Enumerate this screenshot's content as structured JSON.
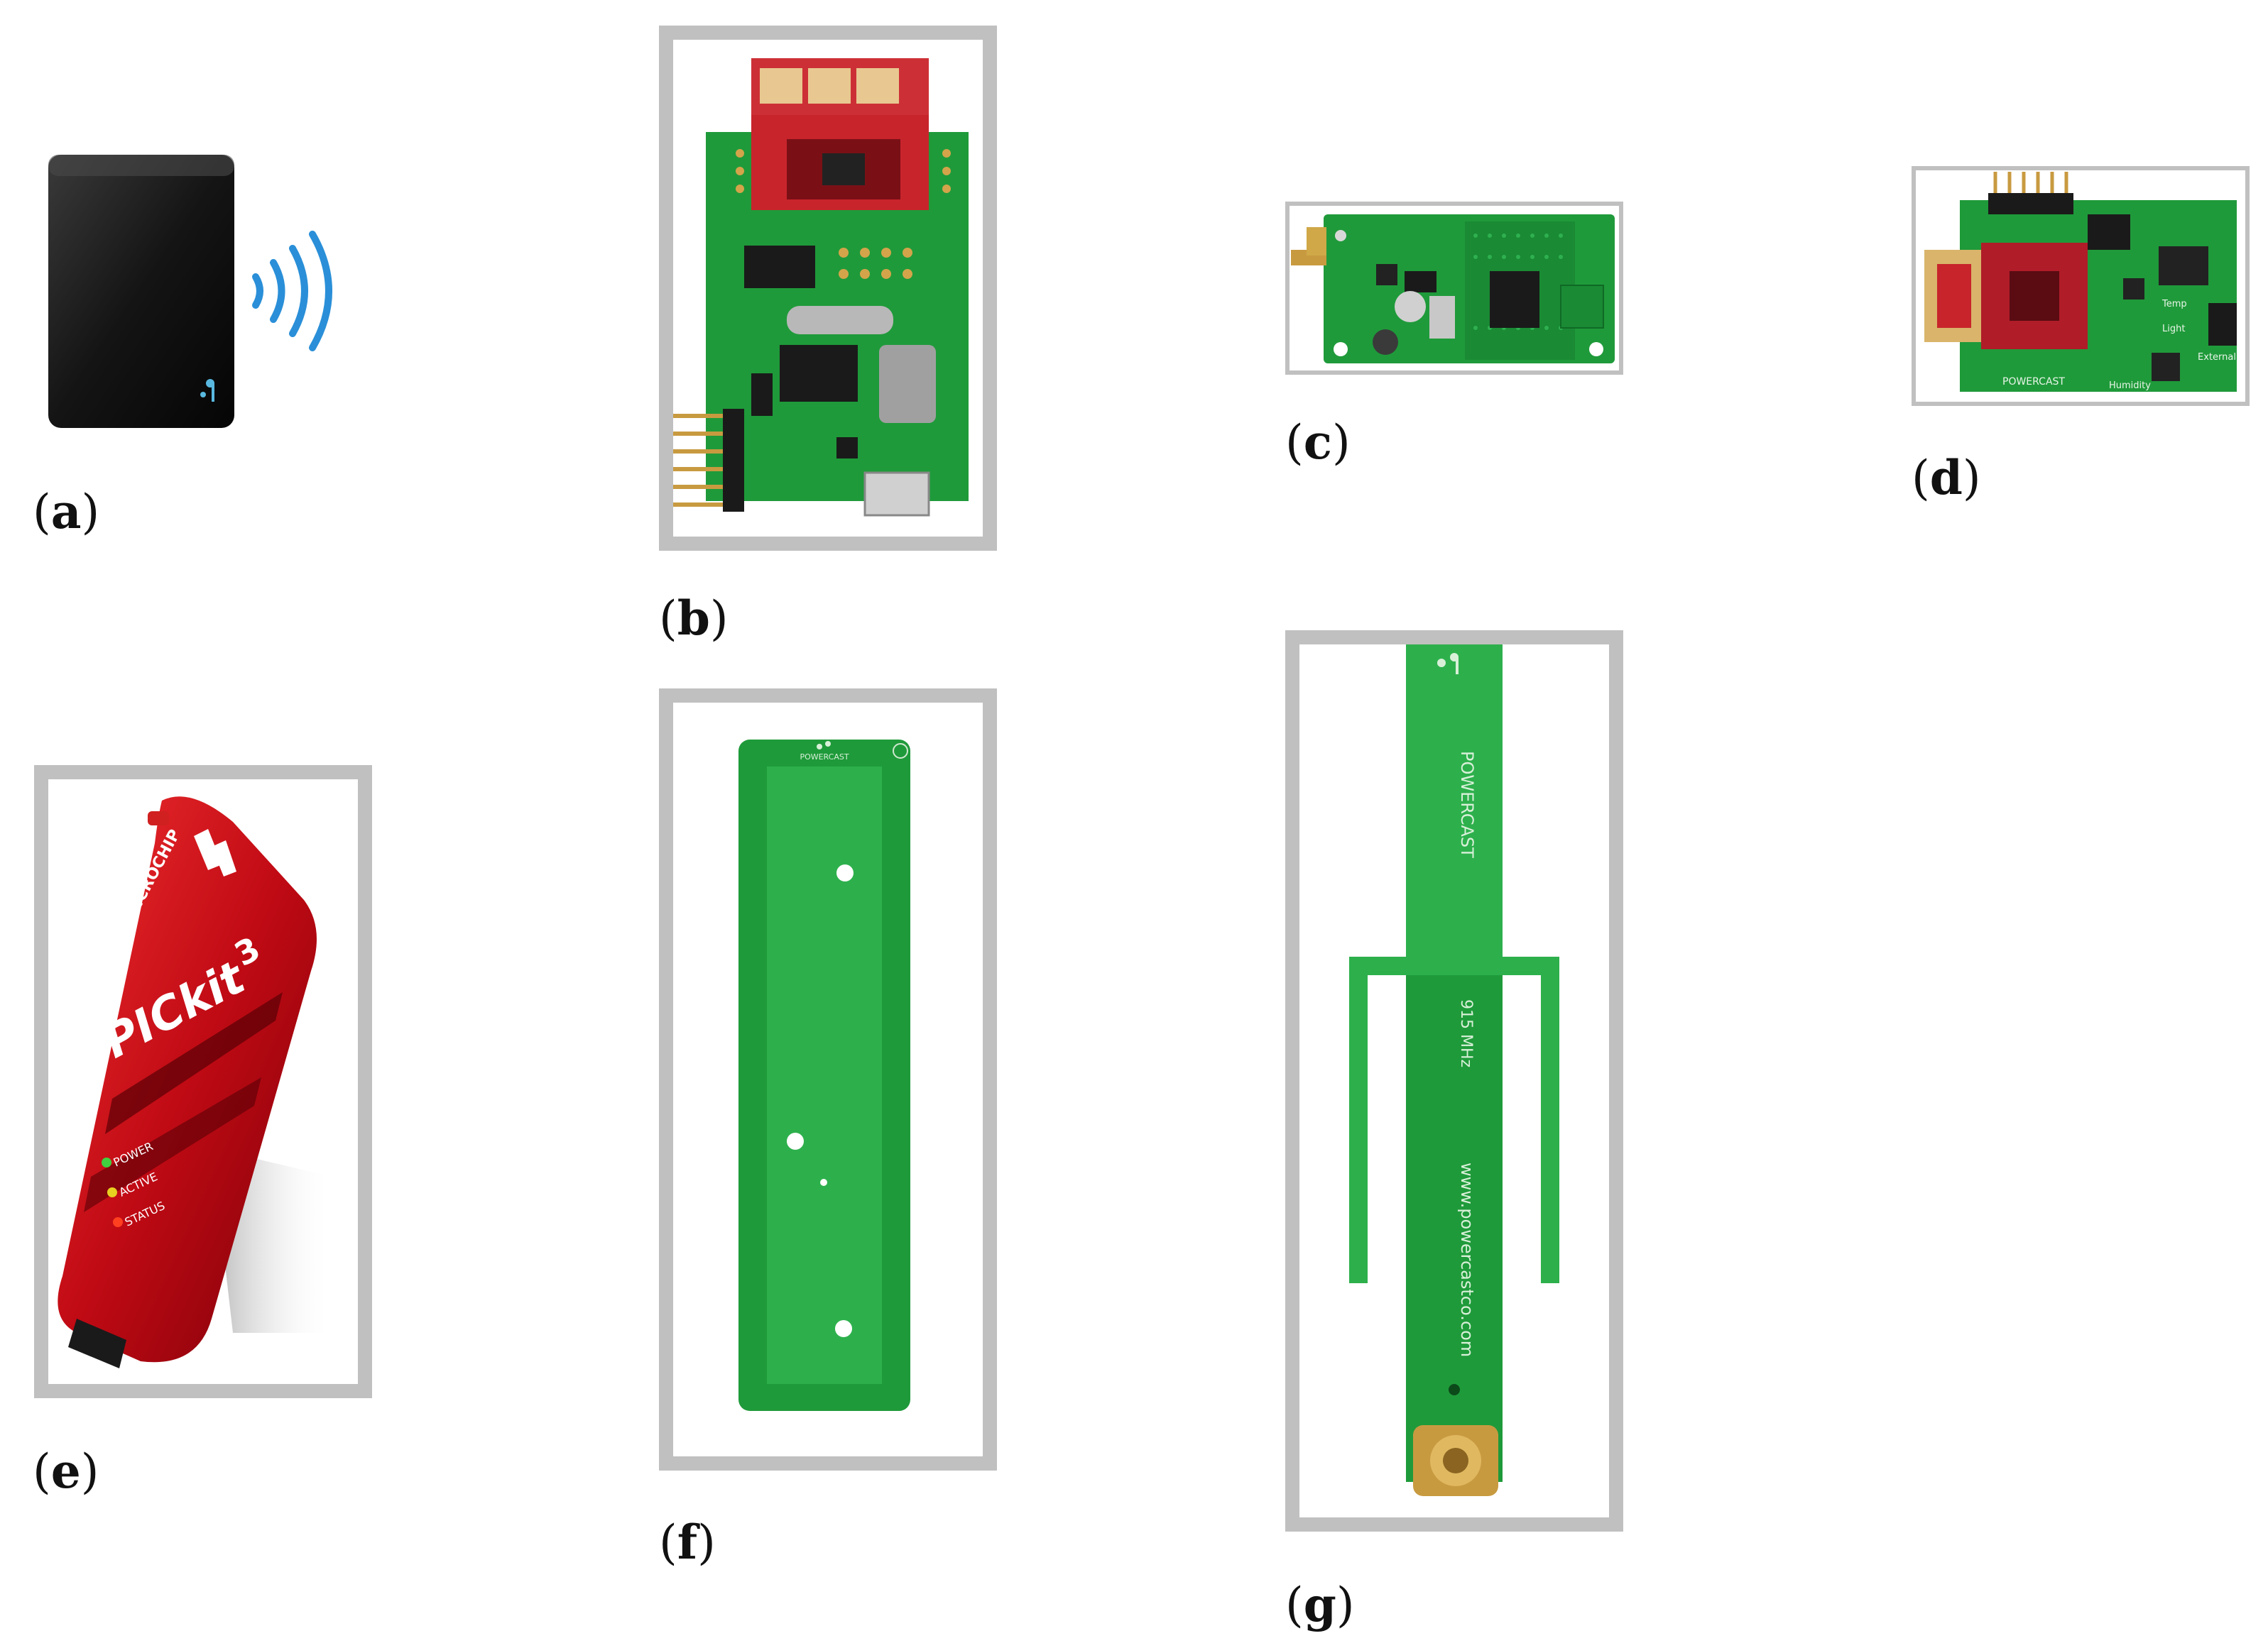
{
  "figure": {
    "panels": [
      {
        "id": "a",
        "label": "(a)",
        "open": "(",
        "letter": "a",
        "close": ")",
        "subject": "transmitter-device"
      },
      {
        "id": "b",
        "label": "(b)",
        "open": "(",
        "letter": "b",
        "close": ")",
        "subject": "microcontroller-board"
      },
      {
        "id": "c",
        "label": "(c)",
        "open": "(",
        "letter": "c",
        "close": ")",
        "subject": "harvester-board"
      },
      {
        "id": "d",
        "label": "(d)",
        "open": "(",
        "letter": "d",
        "close": ")",
        "subject": "sensor-board"
      },
      {
        "id": "e",
        "label": "(e)",
        "open": "(",
        "letter": "e",
        "close": ")",
        "subject": "programmer"
      },
      {
        "id": "f",
        "label": "(f)",
        "open": "(",
        "letter": "f",
        "close": ")",
        "subject": "patch-antenna"
      },
      {
        "id": "g",
        "label": "(g)",
        "open": "(",
        "letter": "g",
        "close": ")",
        "subject": "dipole-antenna"
      }
    ],
    "device_text": {
      "pickit": "PICkit",
      "pickit_num": "3",
      "microchip": "MICROCHIP",
      "led_power": "POWER",
      "led_active": "ACTIVE",
      "led_status": "STATUS",
      "powercast": "POWERCAST",
      "powercast_vertical": "POWERCAST",
      "freq": "915 MHz",
      "url": "www.powercastco.com",
      "sensor_temp": "Temp",
      "sensor_light": "Light",
      "sensor_humidity": "Humidity",
      "sensor_external": "External"
    },
    "colors": {
      "pcb_green": "#1f9a3a",
      "pcb_dark": "#157a2b",
      "frame_gray": "#c0c0c0",
      "red_module": "#c8242c",
      "wifi_blue": "#2a8fd8",
      "pickit_red": "#d0101a"
    }
  }
}
